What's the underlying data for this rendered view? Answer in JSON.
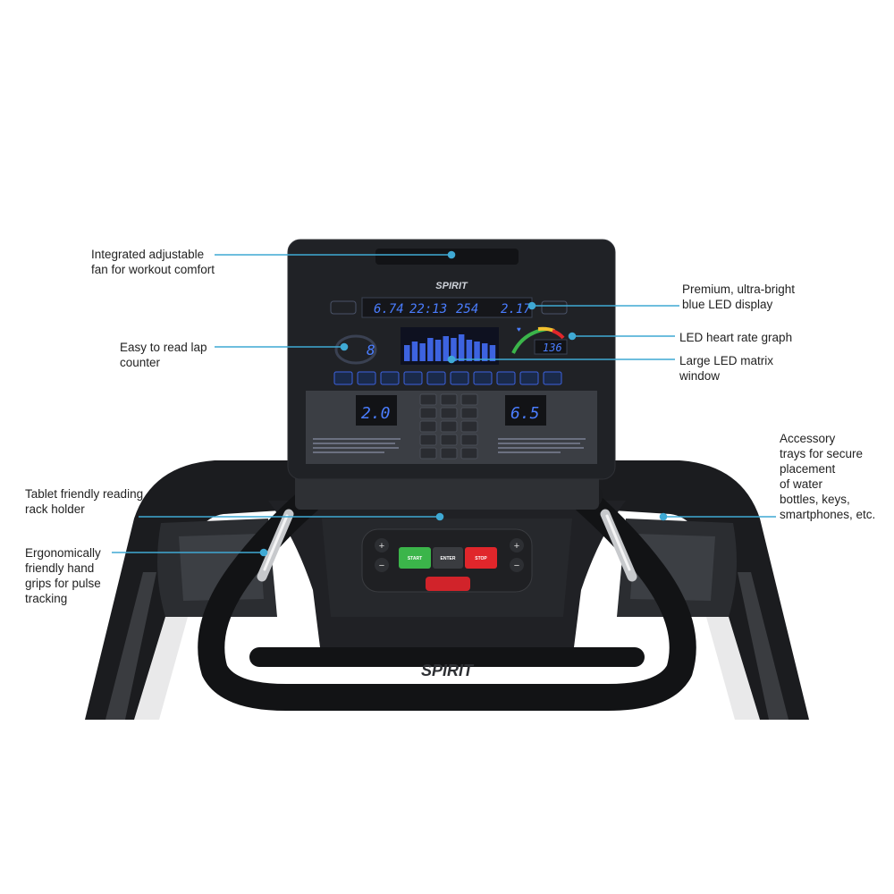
{
  "brand": "SPIRIT",
  "console": {
    "top_readouts": [
      "6.74",
      "22:13",
      "254",
      "2.17"
    ],
    "lap_counter": "8",
    "heart_rate": "136",
    "incline_value": "2.0",
    "speed_value": "6.5"
  },
  "controls": {
    "start": "START",
    "enter": "ENTER",
    "stop": "STOP"
  },
  "callouts": [
    {
      "id": "fan",
      "text": "Integrated adjustable\nfan for workout comfort"
    },
    {
      "id": "display",
      "text": "Premium, ultra-bright\nblue LED display"
    },
    {
      "id": "lap",
      "text": "Easy to read lap\ncounter"
    },
    {
      "id": "hrgraph",
      "text": "LED heart rate graph"
    },
    {
      "id": "matrix",
      "text": "Large LED matrix\nwindow"
    },
    {
      "id": "trays",
      "text": "Accessory\ntrays for secure\nplacement\nof water\nbottles, keys,\nsmartphones, etc."
    },
    {
      "id": "tablet",
      "text": "Tablet friendly reading\nrack holder"
    },
    {
      "id": "grips",
      "text": "Ergonomically\nfriendly hand\ngrips for pulse\ntracking"
    }
  ],
  "colors": {
    "callout_line": "#3fa9d4",
    "led_blue": "#4a7dff",
    "start_green": "#3bb54a",
    "stop_red": "#e0262b"
  }
}
